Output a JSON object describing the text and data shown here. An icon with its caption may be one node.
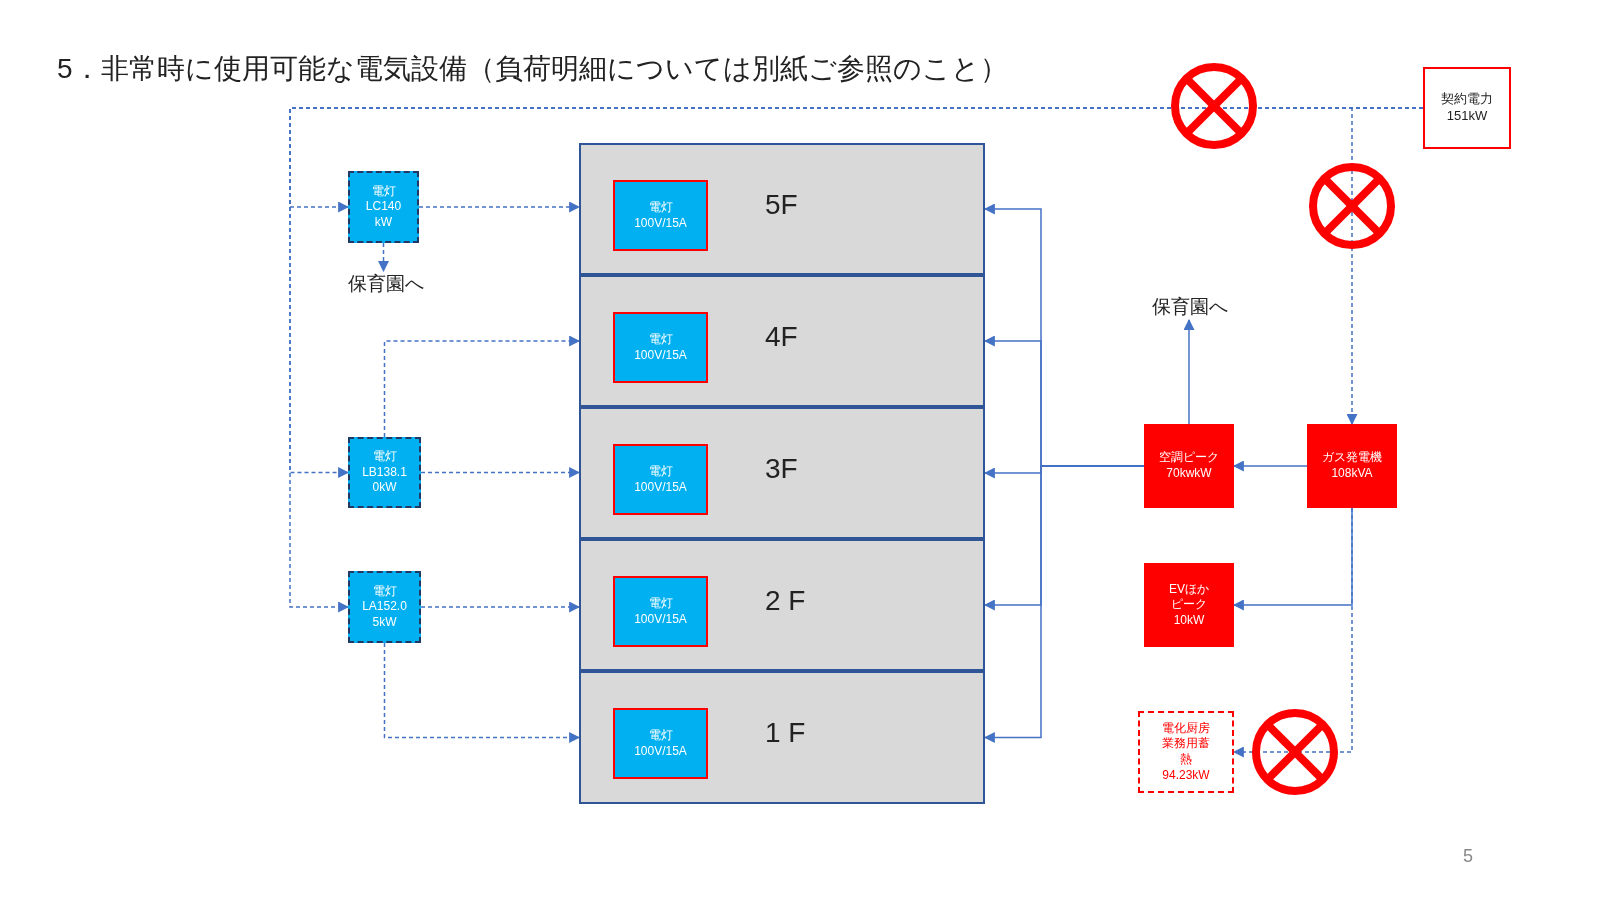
{
  "diagram": {
    "title": "5．非常時に使用可能な電気設備（負荷明細については別紙ご参照のこと）",
    "nodes": [
      {
        "text": [
          "電灯LC140kW"
        ]
      },
      {
        "text": [
          "保育園へ"
        ]
      },
      {
        "text": [
          "5F"
        ]
      },
      {
        "text": [
          "電灯 100V/15A"
        ],
        "in": 2
      },
      {
        "text": [
          "4F"
        ]
      },
      {
        "text": [
          "電灯 100V/15A"
        ],
        "in": 4
      },
      {
        "text": [
          "3F"
        ]
      },
      {
        "text": [
          "電灯 100V/15A"
        ],
        "in": 6
      },
      {
        "text": [
          "2 F"
        ]
      },
      {
        "text": [
          "電灯 100V/15A"
        ],
        "in": 8
      },
      {
        "text": [
          "1 F"
        ]
      },
      {
        "text": [
          "電灯 100V/15A"
        ],
        "in": 10
      },
      {
        "text": [
          "電灯LB138.10kW"
        ]
      },
      {
        "text": [
          "電灯LA152.05kW"
        ]
      },
      {
        "text": [
          "保育園へ"
        ]
      },
      {
        "text": [
          "空調ピーク70kwkW"
        ]
      },
      {
        "text": [
          "ガス発電機108kVA"
        ]
      },
      {
        "text": [
          "EVほかピーク10kW"
        ]
      },
      {
        "text": [
          "電化厨房業務用蓄熱94.23kW"
        ]
      },
      {
        "text": [
          "契約電力151kW"
        ]
      }
    ],
    "edges": [
      {
        "from": 19,
        "to": 0,
        "arrow": "to",
        "style": "dashed"
      },
      {
        "from": 19,
        "to": 12,
        "arrow": "to",
        "style": "dashed"
      },
      {
        "from": 19,
        "to": 13,
        "arrow": "to",
        "style": "dashed"
      },
      {
        "from": 19,
        "to": 16,
        "arrow": "to",
        "style": "dashed"
      },
      {
        "from": 0,
        "to": 2,
        "arrow": "to",
        "style": "dashed"
      },
      {
        "from": 0,
        "to": 1,
        "arrow": "to",
        "style": "dashed"
      },
      {
        "from": 12,
        "to": 4,
        "arrow": "to",
        "style": "dashed"
      },
      {
        "from": 12,
        "to": 6,
        "arrow": "to",
        "style": "dashed"
      },
      {
        "from": 13,
        "to": 8,
        "arrow": "to",
        "style": "dashed"
      },
      {
        "from": 13,
        "to": 10,
        "arrow": "to",
        "style": "dashed"
      },
      {
        "from": 15,
        "to": 2,
        "arrow": "to"
      },
      {
        "from": 15,
        "to": 4,
        "arrow": "to"
      },
      {
        "from": 15,
        "to": 6,
        "arrow": "to"
      },
      {
        "from": 15,
        "to": 8,
        "arrow": "to"
      },
      {
        "from": 15,
        "to": 10,
        "arrow": "to"
      },
      {
        "from": 16,
        "to": 15,
        "arrow": "to"
      },
      {
        "from": 16,
        "to": 17,
        "arrow": "to"
      },
      {
        "from": 16,
        "to": 18,
        "arrow": "to",
        "style": "dashed"
      },
      {
        "from": 15,
        "to": 14,
        "arrow": "to"
      }
    ],
    "labels": [
      "5"
    ]
  }
}
